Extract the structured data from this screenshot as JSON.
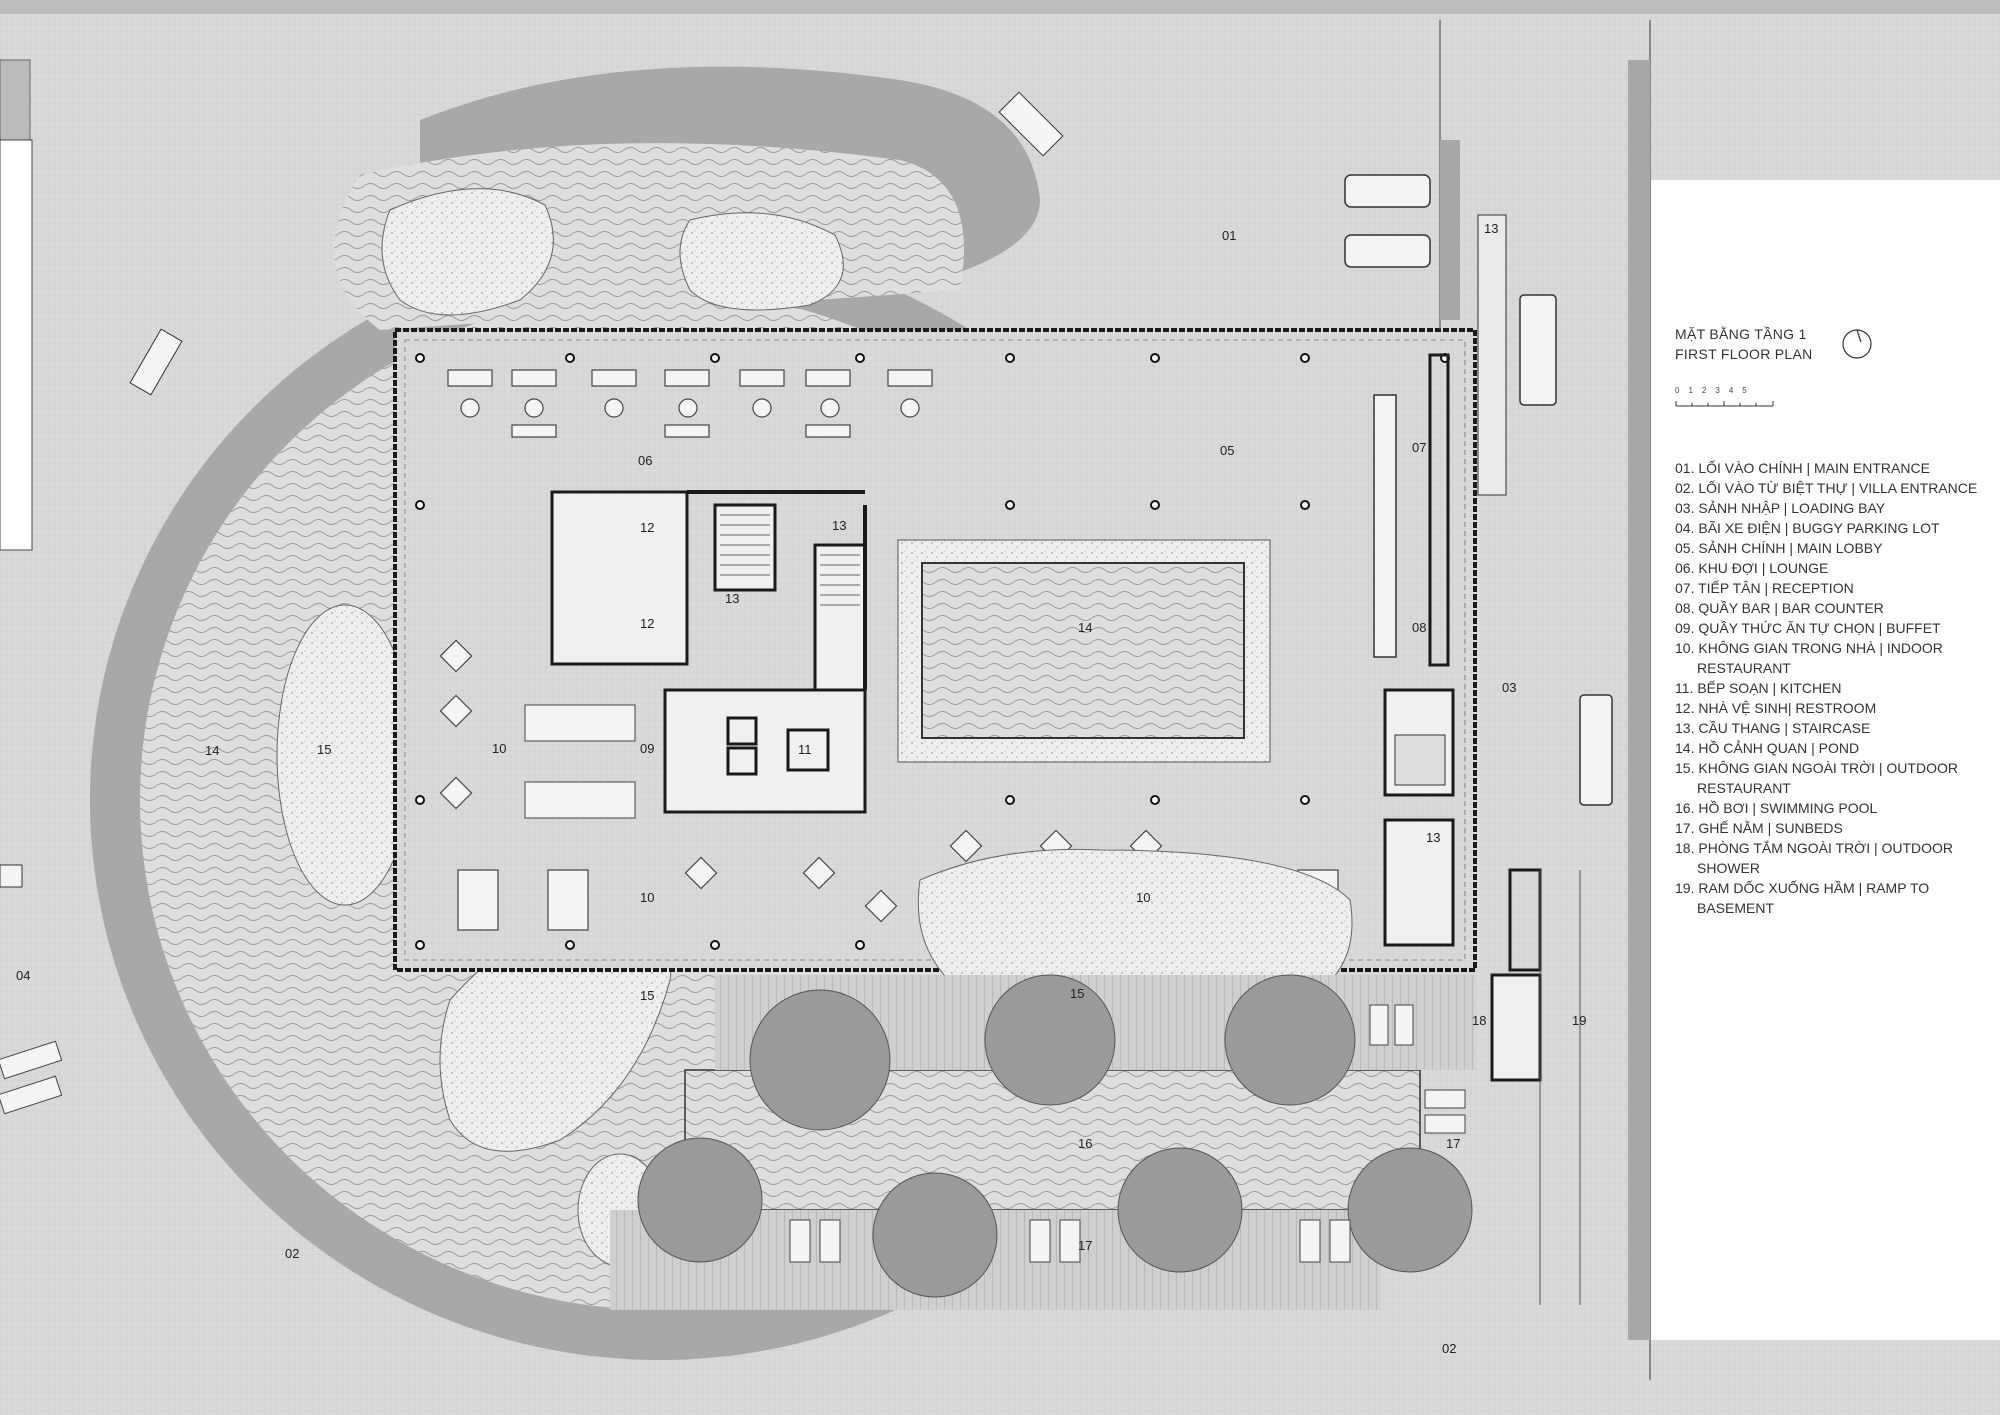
{
  "legend": {
    "title_vn": "MẶT BẰNG TẦNG 1",
    "title_en": "FIRST FLOOR PLAN",
    "scale_ticks": [
      "0",
      "1",
      "2",
      "3",
      "4",
      "5"
    ],
    "items": [
      "01. LỐI VÀO CHÍNH | MAIN ENTRANCE",
      "02. LỐI VÀO TỪ BIỆT THỰ | VILLA ENTRANCE",
      "03. SẢNH NHẬP | LOADING BAY",
      "04. BÃI XE ĐIỆN | BUGGY PARKING LOT",
      "05. SẢNH CHÍNH | MAIN LOBBY",
      "06. KHU ĐỢI | LOUNGE",
      "07. TIẾP TÂN | RECEPTION",
      "08. QUẦY BAR | BAR COUNTER",
      "09. QUẦY THỨC ĂN TỰ CHỌN | BUFFET",
      "10. KHÔNG GIAN TRONG NHÀ | INDOOR RESTAURANT",
      "11. BẾP SOẠN | KITCHEN",
      "12. NHÀ VỆ SINH| RESTROOM",
      "13. CẦU THANG | STAIRCASE",
      "14. HỒ CẢNH QUAN | POND",
      "15. KHÔNG GIAN NGOÀI TRỜI | OUTDOOR RESTAURANT",
      "16. HỒ BƠI | SWIMMING POOL",
      "17. GHẾ NẰM | SUNBEDS",
      "18. PHÒNG TẮM NGOÀI TRỜI | OUTDOOR SHOWER",
      "19. RAM DỐC XUỐNG HẦM | RAMP TO BASEMENT"
    ]
  },
  "plan_labels": {
    "l01": "01",
    "l02a": "02",
    "l02b": "02",
    "l03": "03",
    "l04": "04",
    "l05": "05",
    "l06": "06",
    "l07": "07",
    "l08": "08",
    "l09": "09",
    "l10a": "10",
    "l10b": "10",
    "l10c": "10",
    "l11": "11",
    "l12a": "12",
    "l12b": "12",
    "l13a": "13",
    "l13b": "13",
    "l13c": "13",
    "l13d": "13",
    "l14a": "14",
    "l14b": "14",
    "l15a": "15",
    "l15b": "15",
    "l15c": "15",
    "l16": "16",
    "l17a": "17",
    "l17b": "17",
    "l18": "18",
    "l19": "19"
  },
  "colors": {
    "background": "#d9d9d9",
    "water": "#dedede",
    "gravel": "#eeeeee",
    "foliage": "#a8a8a8",
    "wall": "#1a1a1a",
    "panel": "#ffffff"
  }
}
